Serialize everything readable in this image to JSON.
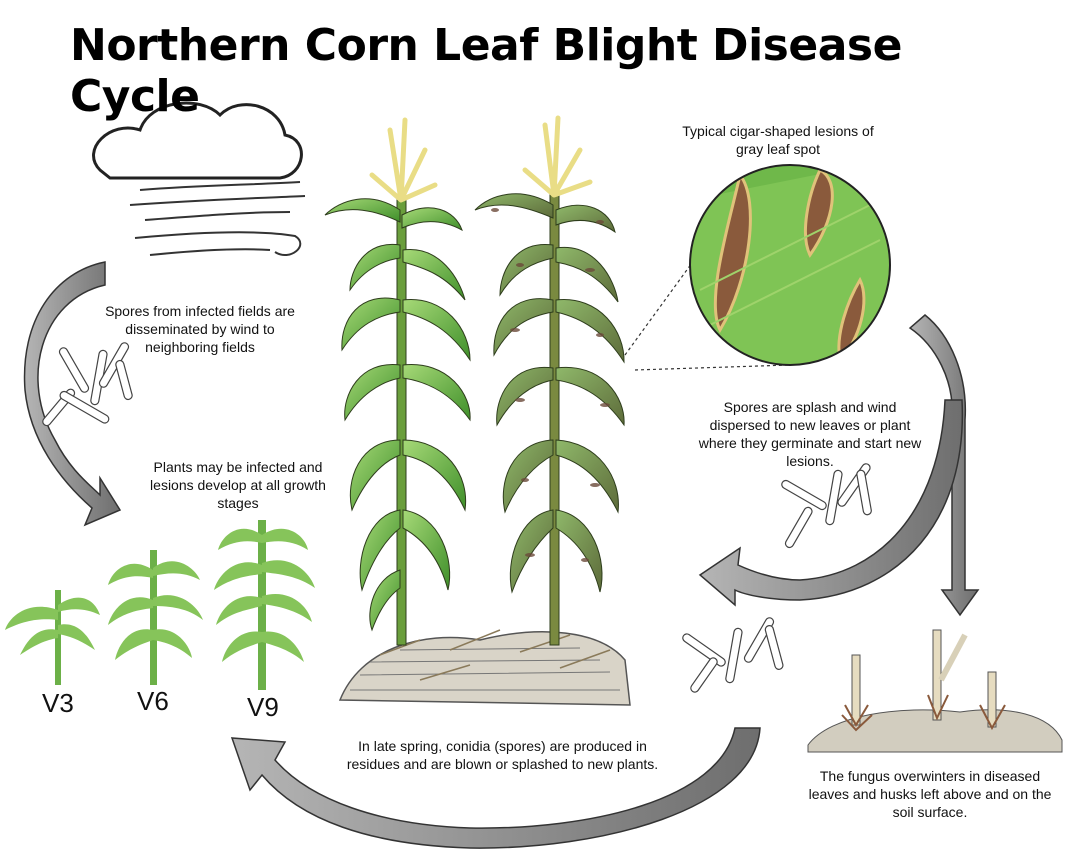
{
  "title": "Northern Corn Leaf Blight Disease Cycle",
  "captions": {
    "wind_spread": "Spores from infected fields are disseminated by wind to neighboring fields",
    "growth_stages": "Plants may be infected and lesions develop at all growth stages",
    "lesion_callout": "Typical cigar-shaped lesions of gray leaf spot",
    "splash_spread": "Spores are splash and wind dispersed to new leaves or plant where they germinate and start new lesions.",
    "late_spring": "In late spring, conidia (spores) are produced in residues and are blown or splashed to new plants.",
    "overwinter": "The fungus overwinters in diseased leaves and husks left above and on the soil surface."
  },
  "stages": [
    "V3",
    "V6",
    "V9"
  ],
  "colors": {
    "arrow": "#8c8c8c",
    "arrow_dark": "#5a5a5a",
    "leaf_green": "#5fa83a",
    "leaf_light": "#9fd36b",
    "lesion_brown": "#8a5a3c",
    "tassel": "#e9dd86"
  },
  "icons": [
    "cloud-icon",
    "wind-lines-icon",
    "spores-icon",
    "magnifier-circle-icon"
  ]
}
